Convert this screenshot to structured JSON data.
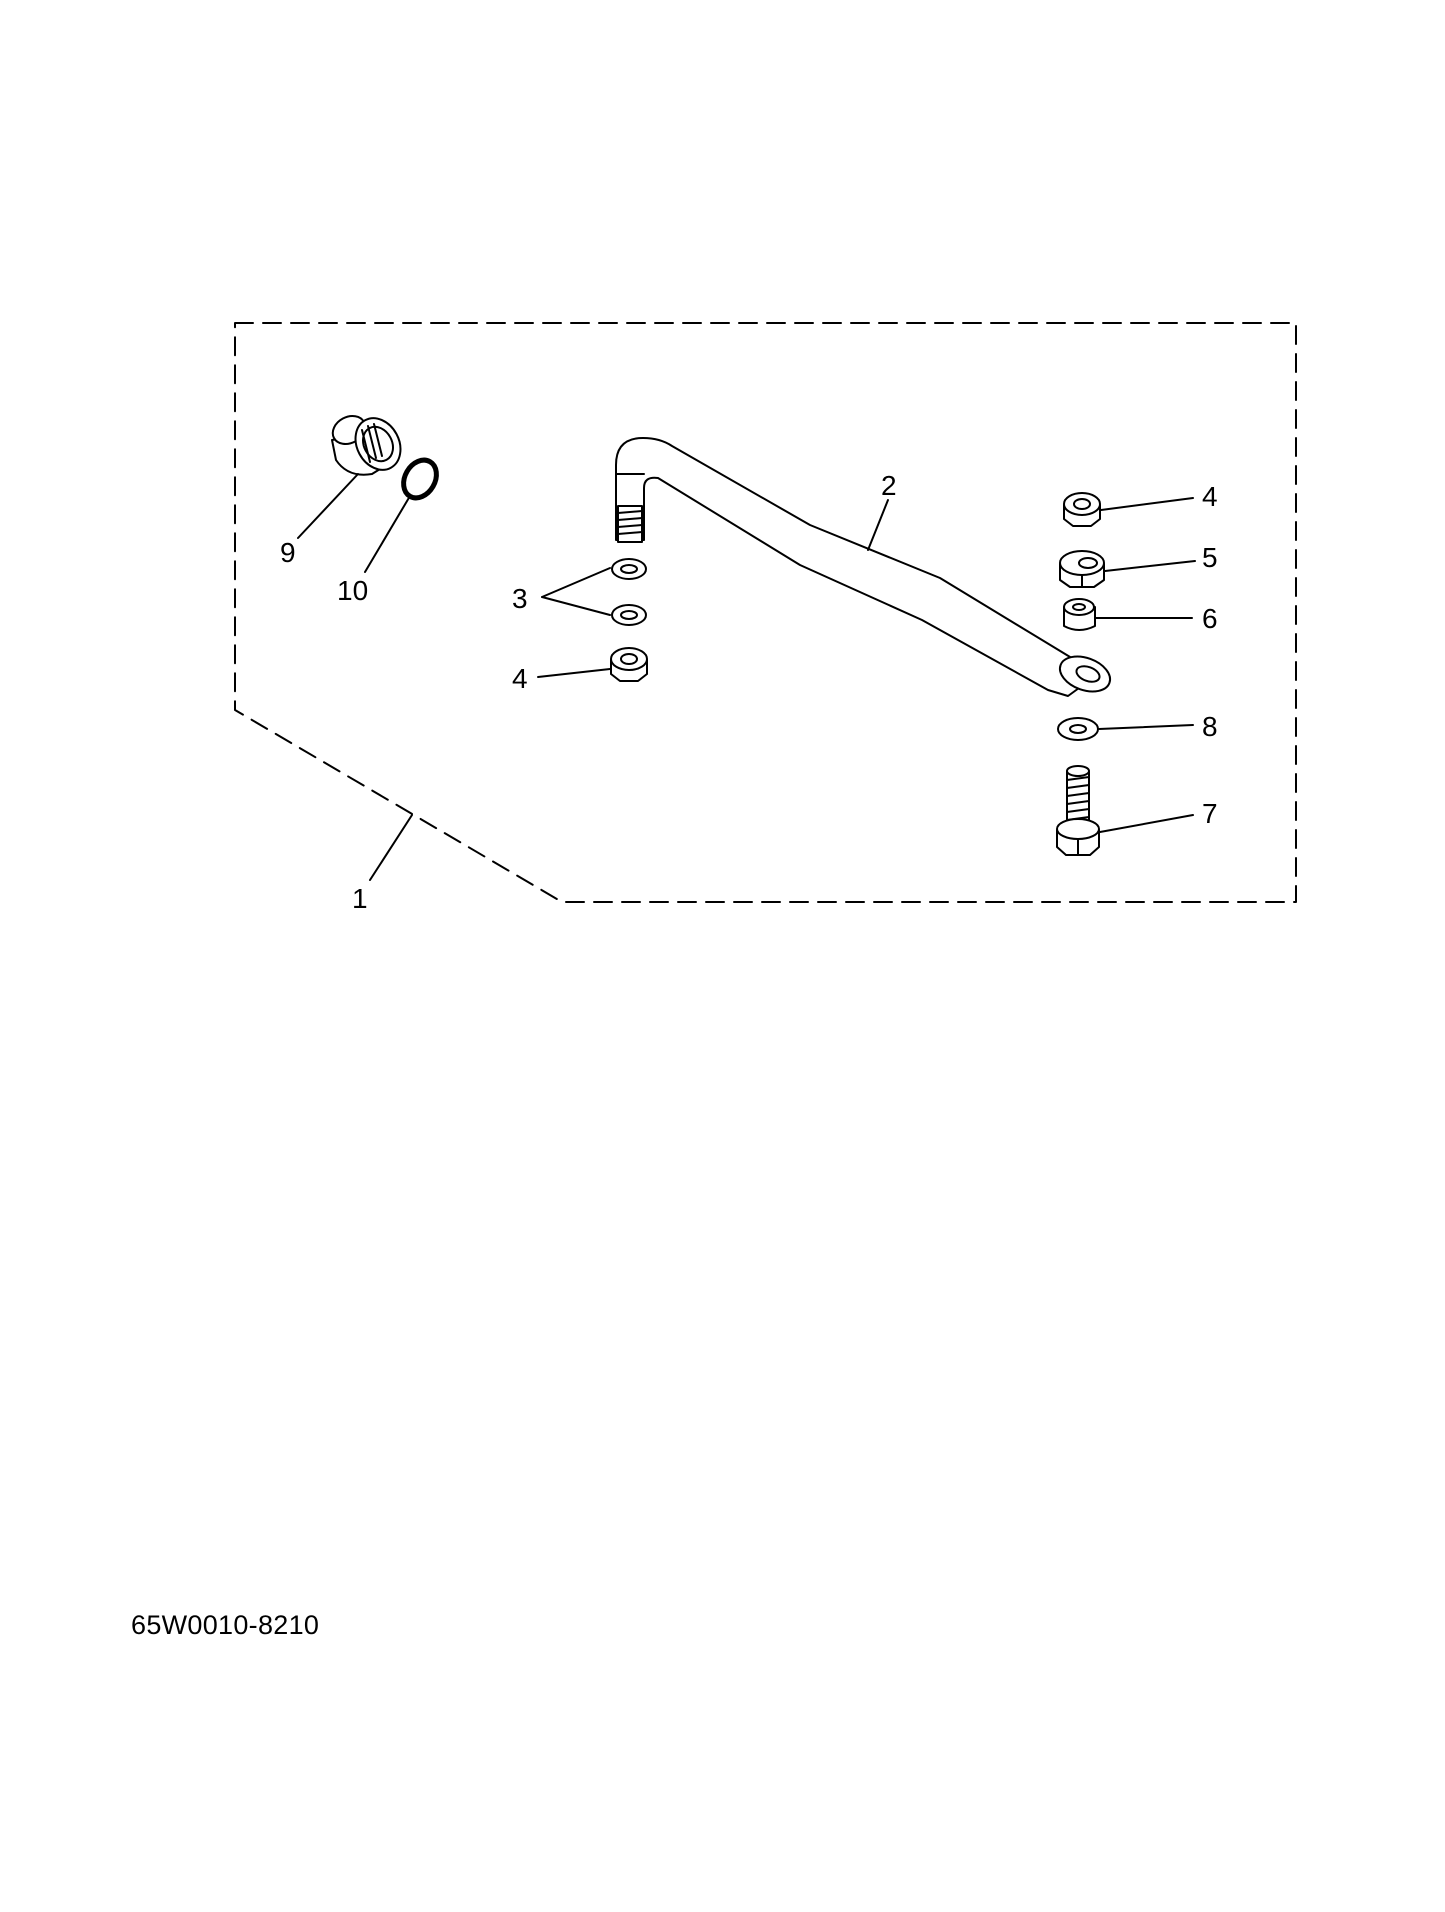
{
  "diagram": {
    "part_code": "65W0010-8210",
    "callouts": {
      "kit": "1",
      "rod": "2",
      "washers": "3",
      "nut_left": "4",
      "nut_right": "4",
      "nut_hex": "5",
      "collar": "6",
      "bolt": "7",
      "washer_lower": "8",
      "nipple": "9",
      "oring": "10"
    },
    "colors": {
      "line": "#000000",
      "background": "#ffffff"
    }
  }
}
